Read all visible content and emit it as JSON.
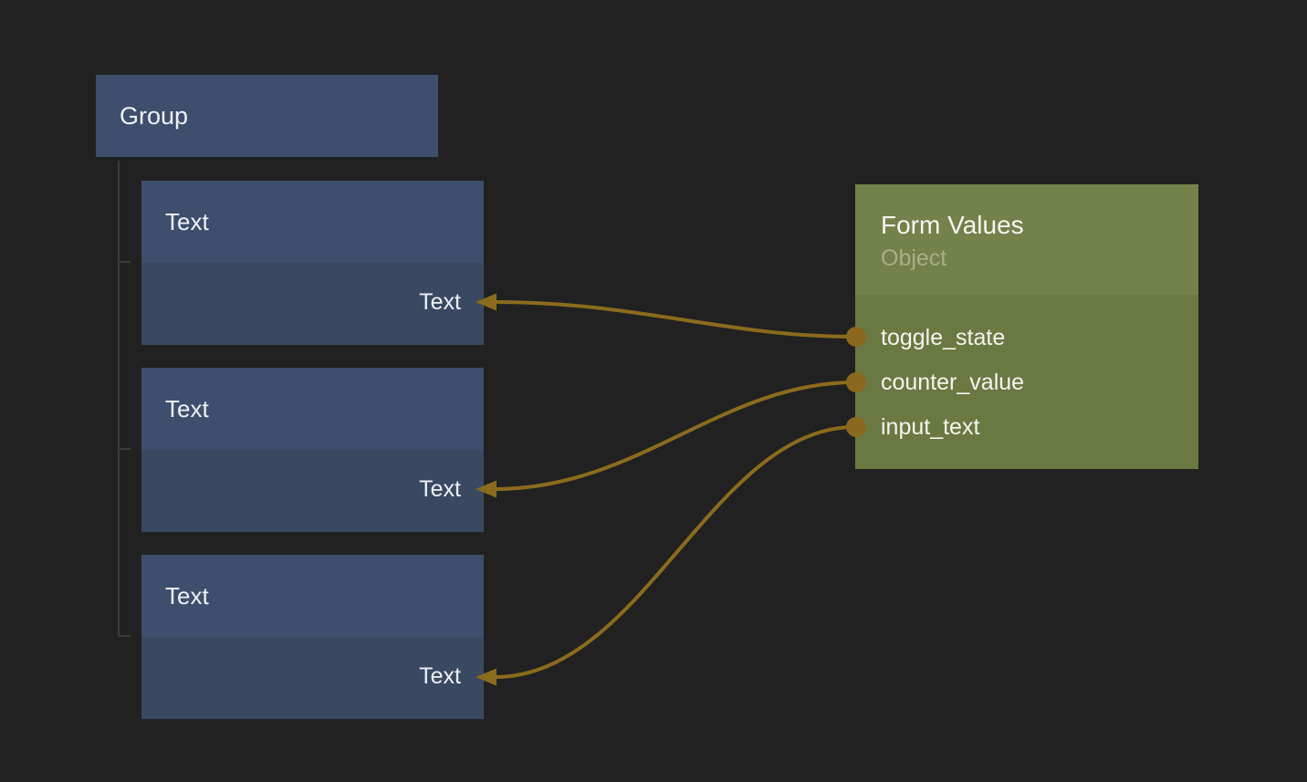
{
  "canvas": {
    "background_color": "#212121",
    "colors": {
      "blue_node_header": "#3e4e6d",
      "blue_node_body": "#3a4962",
      "green_node_header": "#73814a",
      "green_node_body": "#6a7942",
      "wire": "#8b6b1d",
      "port_dot": "#8a681d",
      "bracket_line": "#3c3c3c",
      "title_text": "#eef1f5",
      "subtitle_text": "#a6af88"
    },
    "group_node": {
      "title": "Group"
    },
    "text_nodes": [
      {
        "title": "Text",
        "input_port": "Text"
      },
      {
        "title": "Text",
        "input_port": "Text"
      },
      {
        "title": "Text",
        "input_port": "Text"
      }
    ],
    "object_node": {
      "title": "Form Values",
      "subtitle": "Object",
      "outputs": [
        "toggle_state",
        "counter_value",
        "input_text"
      ]
    },
    "connections": [
      {
        "from": "Form Values.toggle_state",
        "to": "Text 1.Text"
      },
      {
        "from": "Form Values.counter_value",
        "to": "Text 2.Text"
      },
      {
        "from": "Form Values.input_text",
        "to": "Text 3.Text"
      }
    ]
  }
}
